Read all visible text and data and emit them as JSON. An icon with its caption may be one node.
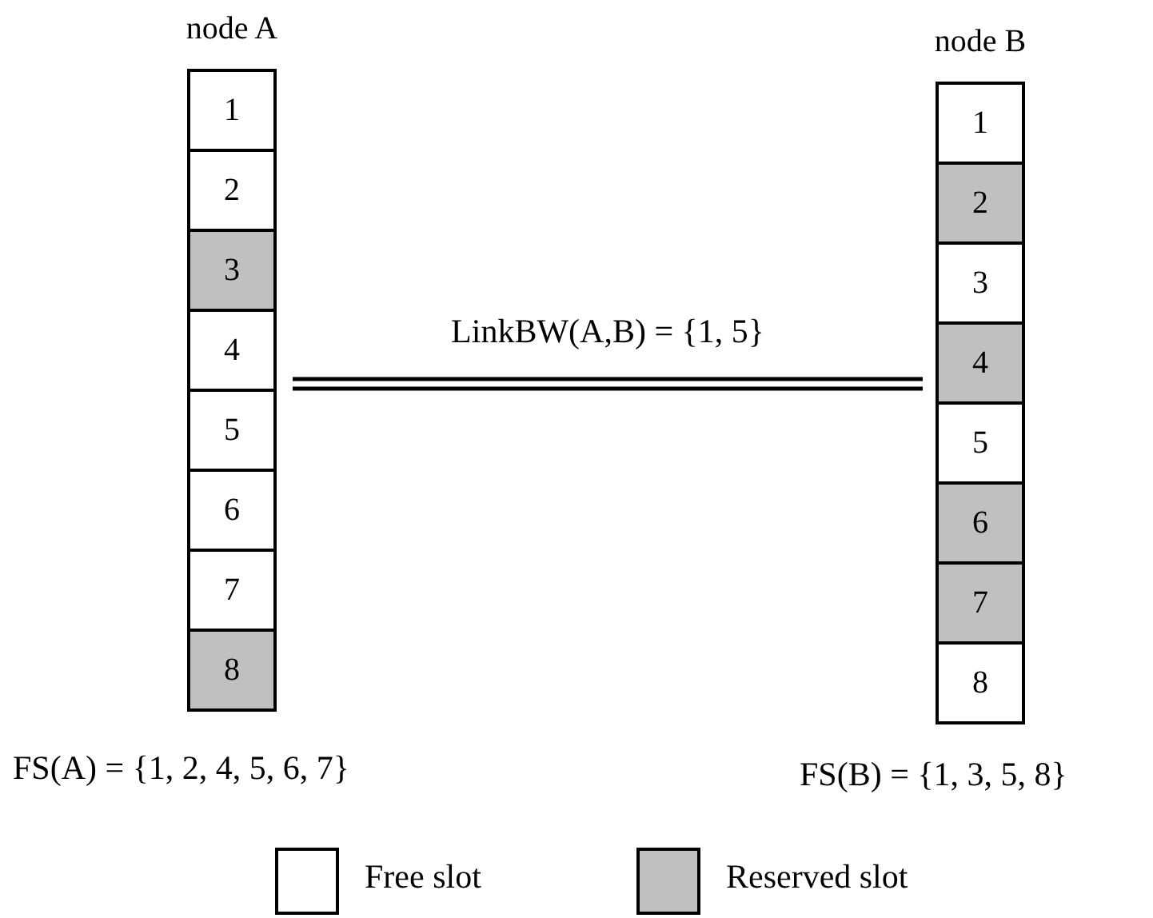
{
  "diagram": {
    "nodes": [
      {
        "text": [
          "node A"
        ],
        "beside": [
          "FS(A) = {1, 2, 4, 5, 6, 7}"
        ]
      },
      {
        "text": [
          "1"
        ],
        "in": 0
      },
      {
        "text": [
          "2"
        ],
        "in": 0
      },
      {
        "text": [
          "3"
        ],
        "in": 0
      },
      {
        "text": [
          "4"
        ],
        "in": 0
      },
      {
        "text": [
          "5"
        ],
        "in": 0
      },
      {
        "text": [
          "6"
        ],
        "in": 0
      },
      {
        "text": [
          "7"
        ],
        "in": 0
      },
      {
        "text": [
          "8"
        ],
        "in": 0
      },
      {
        "text": [
          "node B"
        ],
        "beside": [
          "FS(B) = {1, 3, 5, 8}"
        ]
      },
      {
        "text": [
          "1"
        ],
        "in": 9
      },
      {
        "text": [
          "2"
        ],
        "in": 9
      },
      {
        "text": [
          "3"
        ],
        "in": 9
      },
      {
        "text": [
          "4"
        ],
        "in": 9
      },
      {
        "text": [
          "5"
        ],
        "in": 9
      },
      {
        "text": [
          "6"
        ],
        "in": 9
      },
      {
        "text": [
          "7"
        ],
        "in": 9
      },
      {
        "text": [
          "8"
        ],
        "in": 9
      }
    ],
    "edges": [
      {
        "from": 0,
        "to": 9,
        "arrow": "none",
        "label": "LinkBW(A,B) = {1, 5}"
      }
    ],
    "legend": [
      {
        "text": "Free slot",
        "color": "#ffffff"
      },
      {
        "text": "Reserved slot",
        "color": "#c0c0c0"
      }
    ]
  }
}
